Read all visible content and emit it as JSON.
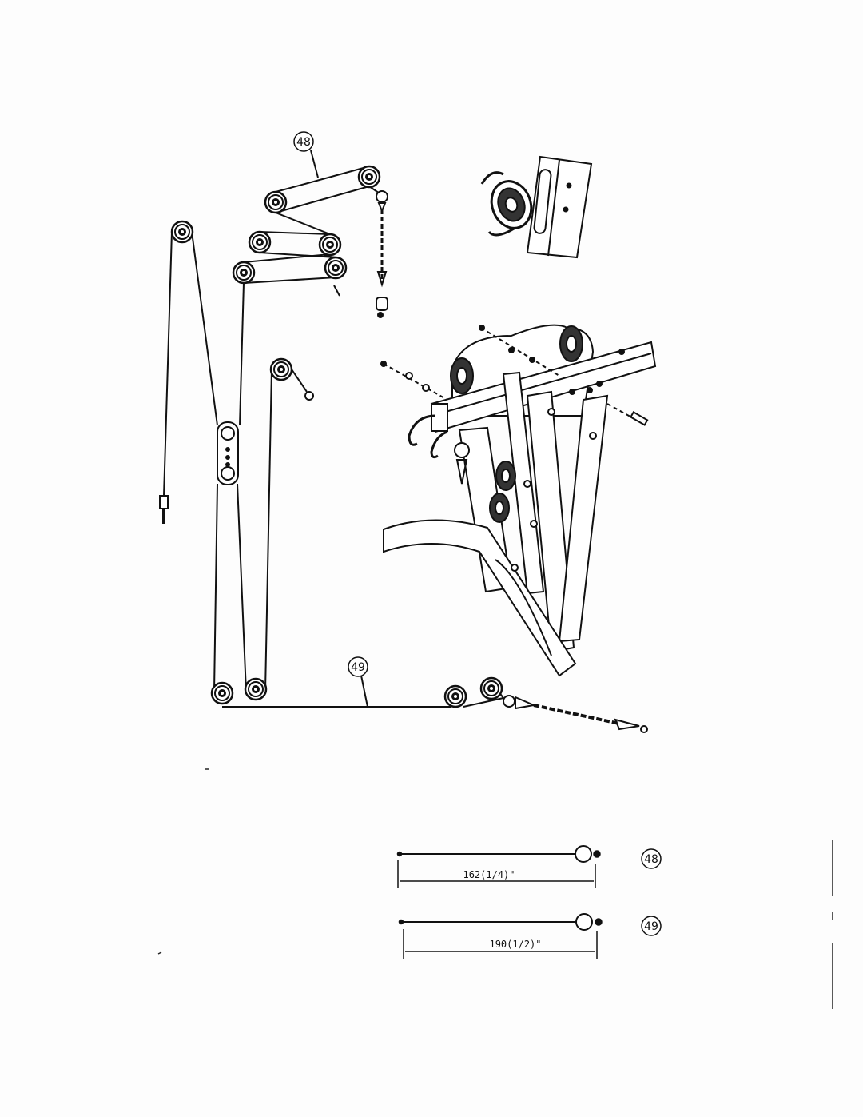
{
  "diagram": {
    "callouts": {
      "cable_48_label": "48",
      "cable_49_label": "49"
    },
    "cable_specs": [
      {
        "part": "48",
        "length": "162(1/4)\""
      },
      {
        "part": "49",
        "length": "190(1/2)\""
      }
    ],
    "colors": {
      "ink": "#111111",
      "paper": "#fdfdfd"
    }
  }
}
